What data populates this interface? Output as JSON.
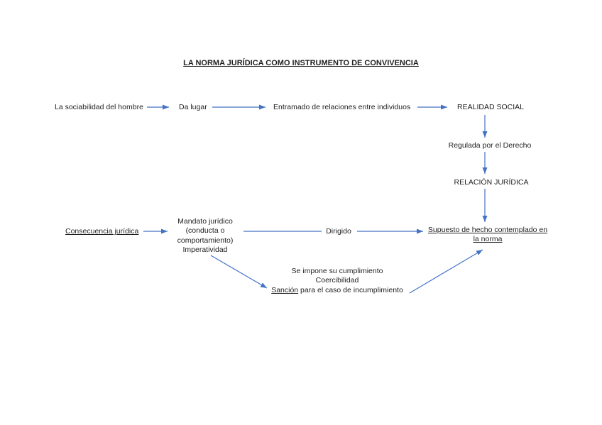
{
  "colors": {
    "arrow": "#4472C4",
    "text": "#1f1f1f"
  },
  "title": "LA NORMA JURÍDICA COMO INSTRUMENTO DE CONVIVENCIA",
  "flow_top": {
    "node1": "La sociabilidad del hombre",
    "node2": "Da lugar",
    "node3": "Entramado de relaciones entre individuos",
    "node4": "REALIDAD SOCIAL"
  },
  "vertical_chain": {
    "node1": "Regulada por el Derecho",
    "node2": "RELACIÓN JURÍDICA",
    "node3_line1": "Supuesto de hecho contemplado en",
    "node3_line2": "la norma"
  },
  "flow_middle": {
    "node1": "Consecuencia jurídica",
    "node2_lines": [
      "Mandato jurídico",
      "(conducta o",
      "comportamiento)",
      "Imperatividad"
    ],
    "node3": "Dirigido"
  },
  "bottom_block": {
    "line1": "Se impone su cumplimiento",
    "line2": "Coercibilidad",
    "line3_underlined": "Sanción",
    "line3_rest": " para el caso de incumplimiento"
  }
}
